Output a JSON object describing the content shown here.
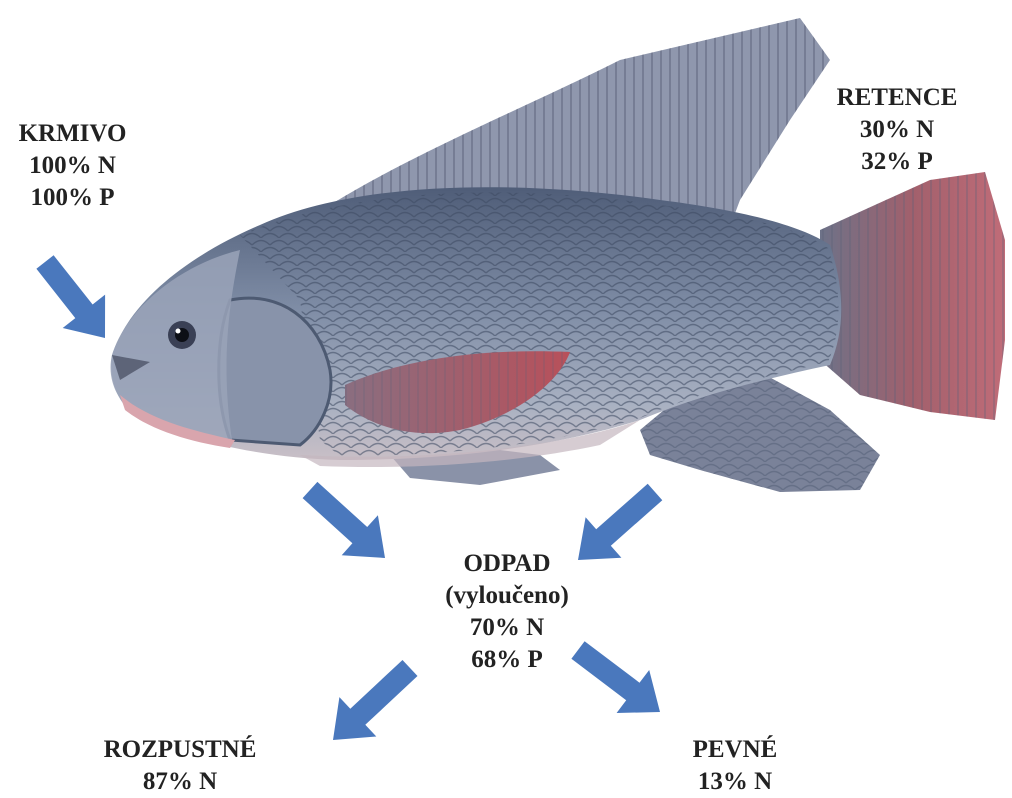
{
  "feed": {
    "title": "KRMIVO",
    "n": "100% N",
    "p": "100% P"
  },
  "retention": {
    "title": "RETENCE",
    "n": "30% N",
    "p": "32% P"
  },
  "waste": {
    "title": "ODPAD",
    "subtitle": "(vyloučeno)",
    "n": "70% N",
    "p": "68% P"
  },
  "soluble": {
    "title": "ROZPUSTNÉ",
    "n": "87% N"
  },
  "solid": {
    "title": "PEVNÉ",
    "n": "13% N"
  },
  "colors": {
    "arrow": "#4a78bd",
    "fish_body": "#7d8aa3",
    "fish_dark": "#4d5a72",
    "fin_red": "#b35560",
    "text": "#222222"
  }
}
